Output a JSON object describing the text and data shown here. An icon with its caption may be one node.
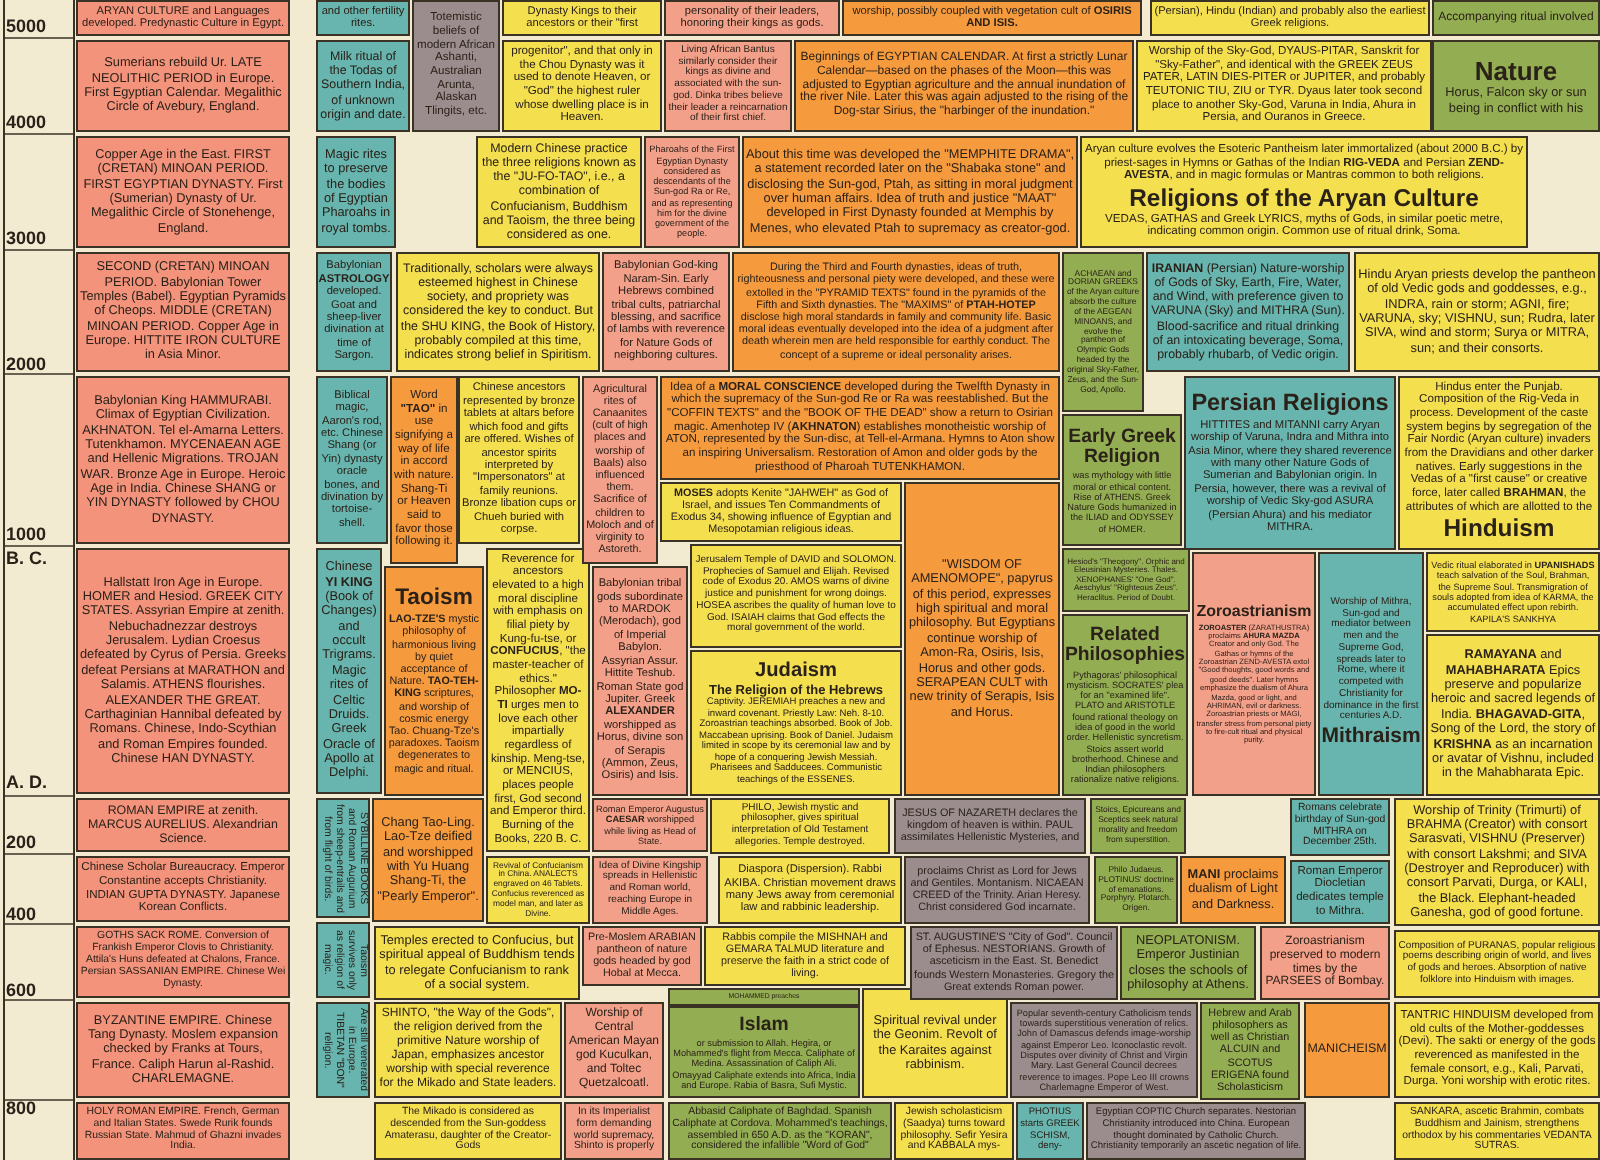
{
  "diagram": {
    "nodes": [
      {
        "text": [
          "ARYAN CULTURE and Languages developed. Predynastic Culture in Egypt."
        ]
      },
      {
        "text": [
          "Sumerians rebuild Ur. LATE NEOLITHIC PERIOD in Europe. First Egyptian Calendar. Megalithic Circle of Avebury, England."
        ]
      },
      {
        "text": [
          "Copper Age in the East. FIRST (CRETAN) MINOAN PERIOD. FIRST EGYPTIAN DYNASTY. First (Sumerian) Dynasty of Ur. Megalithic Circle of Stonehenge, England."
        ]
      },
      {
        "text": [
          "SECOND (CRETAN) MINOAN PERIOD. Babylonian Tower Temples (Babel). Egyptian Pyramids of Cheops. MIDDLE (CRETAN) MINOAN PERIOD. Copper Age in Europe. HITTITE IRON CULTURE in Asia Minor."
        ]
      },
      {
        "text": [
          "Babylonian King HAMMURABI. Climax of Egyptian Civilization. AKHNATON. Tel el-Amarna Letters. Tutenkhamon. MYCENAEAN AGE and Hellenic Migrations. TROJAN WAR. Bronze Age in Europe. Heroic Age in India. Chinese SHANG or YIN DYNASTY followed by CHOU DYNASTY."
        ]
      },
      {
        "text": [
          "Hallstatt Iron Age in Europe. HOMER and Hesiod. GREEK CITY STATES. Assyrian Empire at zenith. Nebuchadnezzar destroys Jerusalem. Lydian Croesus defeated by Cyrus of Persia. Greeks defeat Persians at MARATHON and Salamis. ATHENS flourishes. ALEXANDER THE GREAT. Carthaginian Hannibal defeated by Romans. Chinese, Indo-Scythian and Roman Empires founded. Chinese HAN DYNASTY."
        ]
      },
      {
        "text": [
          "ROMAN EMPIRE at zenith. MARCUS AURELIUS. Alexandrian Science."
        ]
      },
      {
        "text": [
          "Chinese Scholar Bureaucracy. Emperor Constantine accepts Christianity. INDIAN GUPTA DYNASTY. Japanese Korean Conflicts."
        ]
      },
      {
        "text": [
          "GOTHS SACK ROME. Conversion of Frankish Emperor Clovis to Christianity. Attila's Huns defeated at Chalons, France. Persian SASSANIAN EMPIRE. Chinese Wei Dynasty."
        ]
      },
      {
        "text": [
          "BYZANTINE EMPIRE. Chinese Tang Dynasty. Moslem expansion checked by Franks at Tours, France. Caliph Harun al-Rashid. CHARLEMAGNE."
        ]
      },
      {
        "text": [
          "HOLY ROMAN EMPIRE. French, German and Italian States. Swede Rurik founds Russian State. Mahmud of Ghazni invades India."
        ]
      },
      {
        "text": [
          "and other fertility rites."
        ]
      },
      {
        "text": [
          "Milk ritual of the Todas of Southern India, of unknown origin and date."
        ]
      },
      {
        "text": [
          "Magic rites to preserve the bodies of Egyptian Pharoahs in royal tombs."
        ]
      },
      {
        "text": [
          "Babylonian **ASTROLOGY** developed. Goat and sheep-liver divination at time of Sargon."
        ]
      },
      {
        "text": [
          "Biblical magic, Aaron's rod, etc. Chinese Shang (or Yin) dynasty oracle bones, and divination by tortoise-shell."
        ]
      },
      {
        "text": [
          "Chinese **YI KING** (Book of Changes) and occult Trigrams. Magic rites of Celtic Druids. Greek Oracle of Apollo at Delphi."
        ]
      },
      {
        "text": [
          "SYBILLINE BOOKS and Roman Augurium from sheep-entrails and from flight of birds."
        ]
      },
      {
        "text": [
          "Taoism survives only as religion of magic."
        ]
      },
      {
        "text": [
          "Are still venerated in Europe. TIBETAN \"BON\" religion."
        ]
      },
      {
        "text": [
          "Totemistic beliefs of modern African Ashanti, Australian Arunta, Alaskan Tlingits, etc."
        ]
      },
      {
        "text": [
          "Dynasty Kings to their ancestors or their \"first"
        ]
      },
      {
        "text": [
          "progenitor\", and that only in the Chou Dynasty was it used to denote Heaven, or \"God\" the highest ruler whose dwelling place is in Heaven."
        ]
      },
      {
        "text": [
          "Modern Chinese practice the three religions known as the \"JU-FO-TAO\", i.e., a combination of Confucianism, Buddhism and Taoism, the three being considered as one."
        ]
      },
      {
        "text": [
          "Traditionally, scholars were always esteemed highest in Chinese society, and propriety was considered the key to conduct. But the SHU KING, the Book of History, probably compiled at this time, indicates strong belief in Spiritism."
        ]
      },
      {
        "text": [
          "Word **\"TAO\"** in use signifying a way of life in accord with nature. Shang-Ti or Heaven said to favor those following it."
        ]
      },
      {
        "text": [
          "Chinese ancestors represented by bronze tablets at altars before which food and gifts are offered. Wishes of ancestor spirits interpreted by \"Impersonators\" at family reunions. Bronze libation cups or Chueh buried with corpse."
        ]
      },
      {
        "text": [
          "Taoism",
          "**LAO-TZE'S** mystic philosophy of harmonious living by quiet acceptance of Nature. **TAO-TEH-KING** scriptures, and worship of cosmic energy Tao. Chuang-Tze's paradoxes. Taoism degenerates to magic and ritual."
        ]
      },
      {
        "text": [
          "Reverence for ancestors elevated to a high moral discipline with emphasis on filial piety by Kung-fu-tse, or **CONFUCIUS**, \"the master-teacher of ethics.\" Philosopher **MO-TI** urges men to love each other impartially regardless of kinship. Meng-tse, or MENCIUS, places people first, God second and Emperor third. Burning of the Books, 220 B. C."
        ]
      },
      {
        "text": [
          "Chang Tao-Ling. Lao-Tze deified and worshipped with Yu Huang Shang-Ti, the \"Pearly Emperor\"."
        ]
      },
      {
        "text": [
          "Revival of Confucianism in China. ANALECTS engraved on 46 Tablets. Confucius reverenced as model man, and later as Divine."
        ]
      },
      {
        "text": [
          "Temples erected to Confucius, but spiritual appeal of Buddhism tends to relegate Confucianism to rank of a social system."
        ]
      },
      {
        "text": [
          "SHINTO, \"the Way of the Gods\", the religion derived from the primitive Nature worship of Japan, emphasizes ancestor worship with special reverence for the Mikado and State leaders."
        ]
      },
      {
        "text": [
          "The Mikado is considered as descended from the Sun-goddess Amaterasu, daughter of the Creator-Gods"
        ]
      },
      {
        "text": [
          "personality of their leaders, honoring their kings as gods."
        ]
      },
      {
        "text": [
          "Living African Bantus similarly consider their kings as divine and associated with the sun-god. Dinka tribes believe their leader a reincarnation of their first chief."
        ]
      },
      {
        "text": [
          "Pharoahs of the First Egyptian Dynasty considered as descendants of the Sun-god Ra or Re, and as representing him for the divine government of the people."
        ]
      },
      {
        "text": [
          "Babylonian God-king Naram-Sin. Early Hebrews combined tribal cults, patriarchal blessing, and sacrifice of lambs with reverence for Nature Gods of neighboring cultures."
        ]
      },
      {
        "text": [
          "Agricultural rites of Canaanites (cult of high places and worship of Baals) also influenced them. Sacrifice of children to Moloch and of virginity to Astoreth."
        ]
      },
      {
        "text": [
          "Babylonian tribal gods subordinate to MARDOK (Merodach), god of Imperial Babylon. Assyrian Assur. Hittite Teshub. Roman State god Jupiter. Greek **ALEXANDER** worshipped as Horus, divine son of Serapis (Ammon, Zeus, Osiris) and Isis."
        ]
      },
      {
        "text": [
          "Roman Emperor Augustus **CAESAR** worshipped while living as Head of State."
        ]
      },
      {
        "text": [
          "Idea of Divine Kingship spreads in Hellenistic and Roman world, reaching Europe in Middle Ages."
        ]
      },
      {
        "text": [
          "Pre-Moslem ARABIAN pantheon of nature gods headed by god Hobal at Mecca."
        ]
      },
      {
        "text": [
          "Worship of Central American Mayan god Kuculkan, and Toltec Quetzalcoatl."
        ]
      },
      {
        "text": [
          "In its Imperialist form demanding world supremacy, Shinto is properly"
        ]
      },
      {
        "text": [
          "worship, possibly coupled with vegetation cult of **OSIRIS AND ISIS.**"
        ]
      },
      {
        "text": [
          "Beginnings of EGYPTIAN CALENDAR. At first a strictly Lunar Calendar—based on the phases of the Moon—this was adjusted to Egyptian agriculture and the annual inundation of the river Nile. Later this was again adjusted to the rising of the Dog-star Sirius, the \"harbinger of the inundation.\""
        ]
      },
      {
        "text": [
          "About this time was developed the \"MEMPHITE DRAMA\", a statement recorded later on the \"Shabaka stone\" and disclosing the Sun-god, Ptah, as sitting in moral judgment over human affairs. Idea of truth and justice \"MAAT\" developed in First Dynasty founded at Memphis by Menes, who elevated Ptah to supremacy as creator-god."
        ]
      },
      {
        "text": [
          "During the Third and Fourth dynasties, ideas of truth, righteousness and personal piety were developed, and these were extolled in the \"PYRAMID TEXTS\" found in the pyramids of the Fifth and Sixth dynasties. The \"MAXIMS\" of **PTAH-HOTEP** disclose high moral standards in family and community life. Basic moral ideas eventually developed into the idea of a judgment after death wherein men are held responsible for earthly conduct. The concept of a supreme or ideal personality arises."
        ]
      },
      {
        "text": [
          "Idea of a **MORAL CONSCIENCE** developed during the Twelfth Dynasty in which the supremacy of the Sun-god Re or Ra was reestablished. But the \"COFFIN TEXTS\" and the \"BOOK OF THE DEAD\" show a return to Osirian magic. Amenhotep IV (**AKHNATON**) establishes monotheistic worship of ATON, represented by the Sun-disc, at Tell-el-Armana. Hymns to Aton show an inspiring Universalism. Restoration of Amon and older gods by the priesthood of Pharoah TUTENKHAMON."
        ]
      },
      {
        "text": [
          "**MOSES** adopts Kenite \"JAHWEH\" as God of Israel, and issues Ten Commandments of Exodus 34, showing influence of Egyptian and Mesopotamian religious ideas."
        ]
      },
      {
        "text": [
          "\"WISDOM OF AMENOMOPE\", papyrus of this period, expresses high spiritual and moral philosophy. But Egyptians continue worship of Amon-Ra, Osiris, Isis, Horus and other gods. SERAPEAN CULT with new trinity of Serapis, Isis and Horus."
        ]
      },
      {
        "text": [
          "Jerusalem Temple of DAVID and SOLOMON. Prophecies of Samuel and Elijah. Revised code of Exodus 20. AMOS warns of divine justice and punishment for wrong doings. HOSEA ascribes the quality of human love to God. ISAIAH claims that God effects the moral government of the world."
        ]
      },
      {
        "text": [
          "Judaism",
          "The Religion of the Hebrews",
          "Captivity. JEREMIAH preaches a new and inward covenant. Priestly Law: Neh. 8-10. Zoroastrian teachings absorbed. Book of Job. Maccabean uprising. Book of Daniel. Judaism limited in scope by its ceremonial law and by hope of a conquering Jewish Messiah. Pharisees and Sadducees. Communistic teachings of the ESSENES."
        ]
      },
      {
        "text": [
          "PHILO, Jewish mystic and philosopher, gives spiritual interpretation of Old Testament allegories. Temple destroyed."
        ]
      },
      {
        "text": [
          "Diaspora (Dispersion). Rabbi AKIBA. Christian movement draws many Jews away from ceremonial law and rabbinic leadership."
        ]
      },
      {
        "text": [
          "Rabbis compile the MISHNAH and GEMARA TALMUD literature and preserve the faith in a strict code of living."
        ]
      },
      {
        "text": [
          "MOHAMMED preaches"
        ]
      },
      {
        "text": [
          "Islam",
          "or submission to Allah. Hegira, or Mohammed's flight from Mecca. Caliphate of Medina. Assassination of Caliph Ali. Omayyad Caliphate extends into Africa, India and Europe. Rabia of Basra, Sufi Mystic."
        ]
      },
      {
        "text": [
          "Spiritual revival under the Geonim. Revolt of the Karaites against rabbinism."
        ]
      },
      {
        "text": [
          "Abbasid Caliphate of Baghdad. Spanish Caliphate at Cordova. Mohammed's teachings, assembled in 650 A.D. as the \"KORAN\", considered the infallible \"Word of God\""
        ]
      },
      {
        "text": [
          "Jewish scholasticism (Saadya) turns toward philosophy. Sefir Yesira and KABBALA mys-"
        ]
      },
      {
        "text": [
          "JESUS OF NAZARETH declares the kingdom of heaven is within. PAUL assimilates Hellenistic Mysteries, and"
        ]
      },
      {
        "text": [
          "proclaims Christ as Lord for Jews and Gentiles. Montanism. NICAEAN CREED of the Trinity. Arian Heresy. Christ considered God incarnate."
        ]
      },
      {
        "text": [
          "ST. AUGUSTINE'S \"City of God\". Council of Ephesus. NESTORIANS. Growth of asceticism in the East. St. Benedict founds Western Monasteries. Gregory the Great extends Roman power."
        ]
      },
      {
        "text": [
          "Popular seventh-century Catholicism tends towards superstitious veneration of relics. John of Damascus defends image-worship against Emperor Leo. Iconoclastic revolt. Disputes over divinity of Christ and Virgin Mary. Last General Council decrees reverence to images. Pope Leo III crowns Charlemagne Emperor of West."
        ]
      },
      {
        "text": [
          "PHOTIUS starts GREEK SCHISM, deny-"
        ]
      },
      {
        "text": [
          "Egyptian COPTIC Church separates. Nestorian Christianity introduced into China. European thought dominated by Catholic Church. Christianity temporarily an ascetic negation of life."
        ]
      },
      {
        "text": [
          "ACHAEAN and DORIAN GREEKS of the Aryan culture absorb the culture of the AEGEAN MINOANS, and evolve the pantheon of Olympic Gods headed by the original Sky-Father, Zeus, and the Sun-God, Apollo."
        ]
      },
      {
        "text": [
          "Early Greek Religion",
          "was mythology with little moral or ethical content. Rise of ATHENS. Greek Nature Gods humanized in the ILIAD and ODYSSEY of HOMER."
        ]
      },
      {
        "text": [
          "Hesiod's \"Theogony\". Orphic and Eleusinian Mysteries. Thales. XENOPHANES' \"One God\". Aeschylus' \"Righteous Zeus\". Heraclitus. Period of Doubt."
        ]
      },
      {
        "text": [
          "Related Philosophies",
          "Pythagoras' philosophical mysticism. SOCRATES' plea for an \"examined life\". PLATO and ARISTOTLE found rational theology on idea of good in the world order. Hellenistic syncretism. Stoics assert world brotherhood. Chinese and Indian philosophers rationalize native religions."
        ]
      },
      {
        "text": [
          "Stoics, Epicureans and Sceptics seek natural morality and freedom from superstition."
        ]
      },
      {
        "text": [
          "Philo Judaeus. PLOTINUS' doctrine of emanations. Porphyry. Plotarch. Origen."
        ]
      },
      {
        "text": [
          "NEOPLATONISM. Emperor Justinian closes the schools of philosophy at Athens."
        ]
      },
      {
        "text": [
          "Hebrew and Arab philosophers as well as Christian ALCUIN and SCOTUS ERIGENA found Scholasticism"
        ]
      },
      {
        "text": [
          "(Persian), Hindu (Indian) and probably also the earliest Greek religions."
        ]
      },
      {
        "text": [
          "Worship of the Sky-God, DYAUS-PITAR, Sanskrit for \"Sky-Father\", and identical with the GREEK ZEUS PATER, LATIN DIES-PITER or JUPITER, and probably TEUTONIC TIU, ZIU or TYR. Dyaus later took second place to another Sky-God, Varuna in India, Ahura in Persia, and Ouranos in Greece."
        ]
      },
      {
        "text": [
          "Aryan culture evolves the Esoteric Pantheism later immortalized (about 2000 B.C.) by priest-sages in Hymns or Gathas of the Indian **RIG-VEDA** and Persian **ZEND-AVESTA**, and in magic formulas or Mantras common to both religions.",
          "Religions of the Aryan Culture",
          "VEDAS, GATHAS and Greek LYRICS, myths of Gods, in similar poetic metre, indicating common origin. Common use of ritual drink, Soma."
        ]
      },
      {
        "text": [
          "**IRANIAN** (Persian) Nature-worship of Gods of Sky, Earth, Fire, Water, and Wind, with preference given to VARUNA (Sky) and MITHRA (Sun). Blood-sacrifice and ritual drinking of an intoxicating beverage, Soma, probably rhubarb, of Vedic origin."
        ]
      },
      {
        "text": [
          "Persian Religions",
          "HITTITES and MITANNI carry Aryan worship of Varuna, Indra and Mithra into Asia Minor, where they shared reverence with many other Nature Gods of Sumerian and Babylonian origin. In Persia, however, there was a revival of worship of Vedic Sky-god ASURA (Persian Ahura) and his mediator MITHRA."
        ]
      },
      {
        "text": [
          "Hindu Aryan priests develop the pantheon of old Vedic gods and goddesses, e.g., INDRA, rain or storm; AGNI, fire; VARUNA, sky; VISHNU, sun; Rudra, later SIVA, wind and storm; Surya or MITRA, sun; and their consorts."
        ]
      },
      {
        "text": [
          "Hindus enter the Punjab. Composition of the Rig-Veda in process. Development of the caste system begins by segregation of the Fair Nordic (Aryan culture) invaders from the Dravidians and other darker natives. Early suggestions in the Vedas of a \"first cause\" or creative force, later called **BRAHMAN**, the attributes of which are allotted to the",
          "Hinduism"
        ]
      },
      {
        "text": [
          "Zoroastrianism",
          "**ZOROASTER** (ZARATHUSTRA) proclaims **AHURA MAZDA** Creator and only God. The Gathas or hymns of the Zoroastrian ZEND-AVESTA extol \"Good thoughts, good words and good deeds\". Later hymns emphasize the dualism of Ahura Mazda, good or light, and AHRIMAN, evil or darkness. Zoroastrian priests or MAGI, transfer stress from personal piety to fire-cult ritual and physical purity."
        ]
      },
      {
        "text": [
          "Worship of Mithra, Sun-god and mediator between men and the Supreme God, spreads later to Rome, where it competed with Christianity for dominance in the first centuries A.D.",
          "Mithraism"
        ]
      },
      {
        "text": [
          "Vedic ritual elaborated in **UPANISHADS** teach salvation of the Soul, Brahman, the Supreme Soul. Transmigration of souls adopted from idea of KARMA, the accumulated effect upon rebirth. KAPILA'S SANKHYA"
        ]
      },
      {
        "text": [
          "**RAMAYANA** and **MAHABHARATA** Epics preserve and popularize heroic and sacred legends of India. **BHAGAVAD-GITA**, Song of the Lord, the story of **KRISHNA** as an incarnation or avatar of Vishnu, included in the Mahabharata Epic."
        ]
      },
      {
        "text": [
          "Romans celebrate birthday of Sun-god MITHRA on December 25th."
        ]
      },
      {
        "text": [
          "Roman Emperor Diocletian dedicates temple to Mithra."
        ]
      },
      {
        "text": [
          "Worship of Trinity (Trimurti) of BRAHMA (Creator) with consort Sarasvati, VISHNU (Preserver) with consort Lakshmi; and SIVA (Destroyer and Reproducer) with consort Parvati, Durga, or KALI, the Black. Elephant-headed Ganesha, god of good fortune."
        ]
      },
      {
        "text": [
          "**MANI** proclaims dualism of Light and Darkness."
        ]
      },
      {
        "text": [
          "Composition of PURANAS, popular religious poems describing origin of world, and lives of gods and heroes. Absorption of native folklore into Hinduism with images."
        ]
      },
      {
        "text": [
          "TANTRIC HINDUISM developed from old cults of the Mother-goddesses (Devi). The sakti or energy of the gods reverenced as manifested in the female consort, e.g., Kali, Parvati, Durga. Yoni worship with erotic rites."
        ]
      },
      {
        "text": [
          "SANKARA, ascetic Brahmin, combats Buddhism and Jainism, strengthens orthodox by his commentaries VEDANTA SUTRAS."
        ]
      },
      {
        "text": [
          "Zoroastrianism preserved to modern times by the PARSEES of Bombay."
        ]
      },
      {
        "text": [
          "MANICHEISM"
        ]
      },
      {
        "text": [
          "Accompanying ritual involved"
        ]
      },
      {
        "text": [
          "Nature",
          "Horus, Falcon sky or sun being in conflict with his"
        ]
      }
    ],
    "labels": [
      "5000",
      "4000",
      "3000",
      "2000",
      "1000",
      "B. C.",
      "A. D.",
      "200",
      "400",
      "600",
      "800"
    ]
  }
}
